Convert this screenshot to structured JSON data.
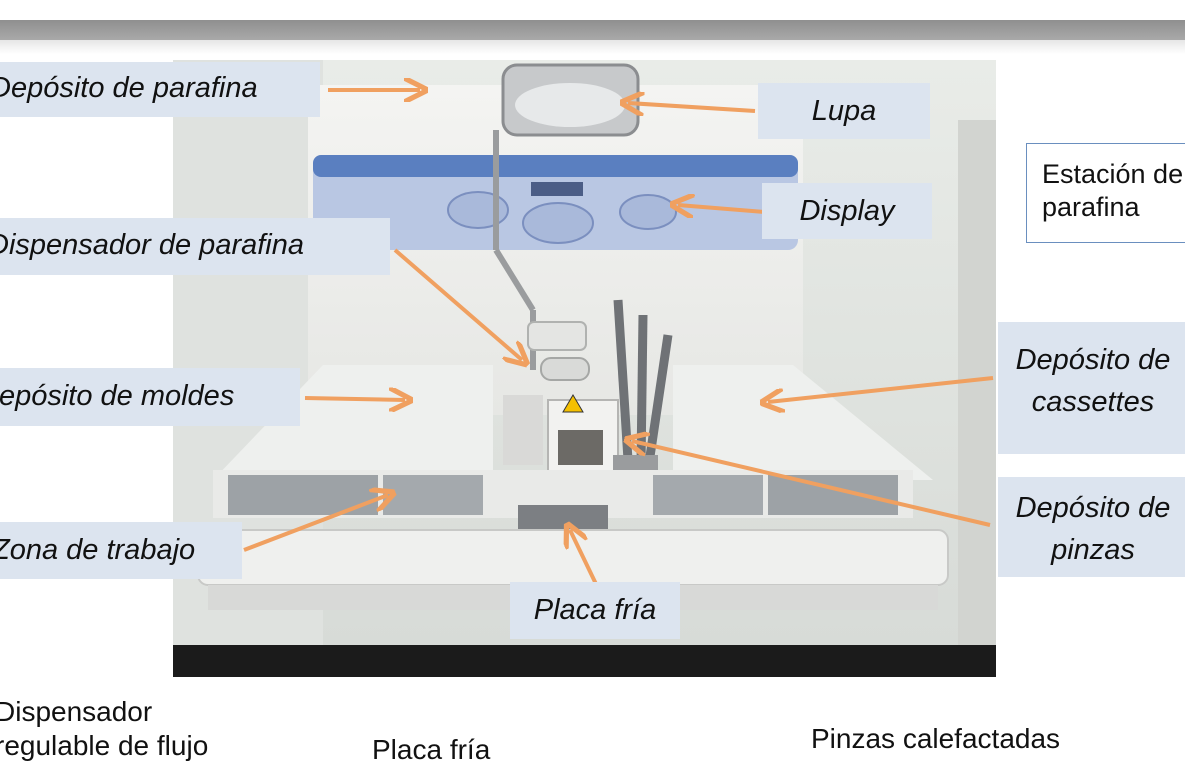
{
  "callouts": {
    "deposito_parafina": "Depósito de parafina",
    "lupa": "Lupa",
    "display": "Display",
    "dispensador_parafina": "Dispensador de parafina",
    "deposito_moldes": "Depósito de moldes",
    "zona_trabajo": "Zona de trabajo",
    "placa_fria": "Placa fría",
    "deposito_cassettes_line1": "Depósito de",
    "deposito_cassettes_line2": "cassettes",
    "deposito_pinzas_line1": "Depósito de",
    "deposito_pinzas_line2": "pinzas"
  },
  "station_box": {
    "line1": "Estación de",
    "line2": "parafina"
  },
  "captions": {
    "dispensador_line1": "Dispensador",
    "dispensador_line2": "regulable de flujo",
    "placa_fria": "Placa fría",
    "pinzas": "Pinzas calefactadas"
  },
  "colors": {
    "arrow": "#f0a060",
    "callout_bg": "#dce4ef",
    "panel_blue": "#5a7fc0"
  }
}
